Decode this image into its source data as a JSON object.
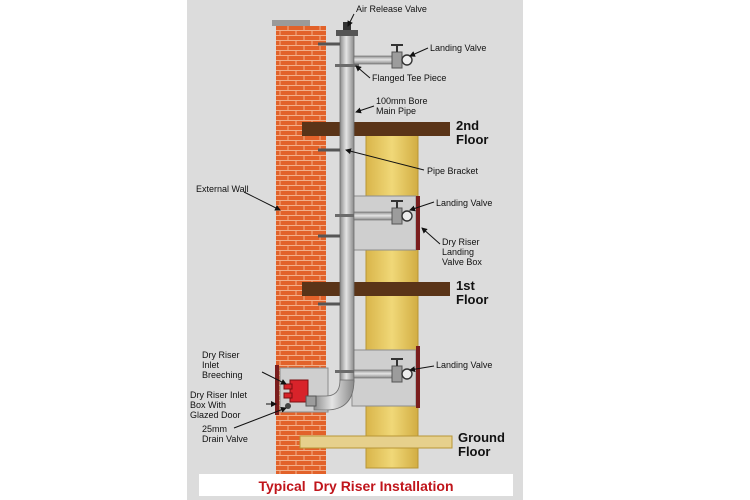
{
  "title": "Typical  Dry Riser Installation",
  "labels": {
    "air_release_valve": "Air Release Valve",
    "landing_valve_top": "Landing Valve",
    "flanged_tee": "Flanged Tee Piece",
    "main_pipe_1": "100mm Bore",
    "main_pipe_2": "Main Pipe",
    "pipe_bracket": "Pipe Bracket",
    "external_wall": "External Wall",
    "landing_valve_mid": "Landing Valve",
    "box_1": "Dry Riser",
    "box_2": "Landing",
    "box_3": "Valve Box",
    "landing_valve_low": "Landing Valve",
    "inlet_breeching_1": "Dry Riser",
    "inlet_breeching_2": "Inlet",
    "inlet_breeching_3": "Breeching",
    "inlet_box_1": "Dry Riser Inlet",
    "inlet_box_2": "Box With",
    "inlet_box_3": "Glazed Door",
    "drain_1": "25mm",
    "drain_2": "Drain Valve"
  },
  "floors": {
    "second_1": "2nd",
    "second_2": "Floor",
    "first_1": "1st",
    "first_2": "Floor",
    "ground_1": "Ground",
    "ground_2": "Floor"
  },
  "colors": {
    "panel": "#dcdcdc",
    "brick": "#e2622a",
    "mortar": "#f2b08a",
    "column": "#e8c95a",
    "slab": "#5a3418",
    "pipe": "#b9b9b9",
    "valve_box": "#cfcfcf",
    "inlet_valve": "#d8232a",
    "box_door": "#7a1d1d",
    "title": "#c0151b"
  }
}
